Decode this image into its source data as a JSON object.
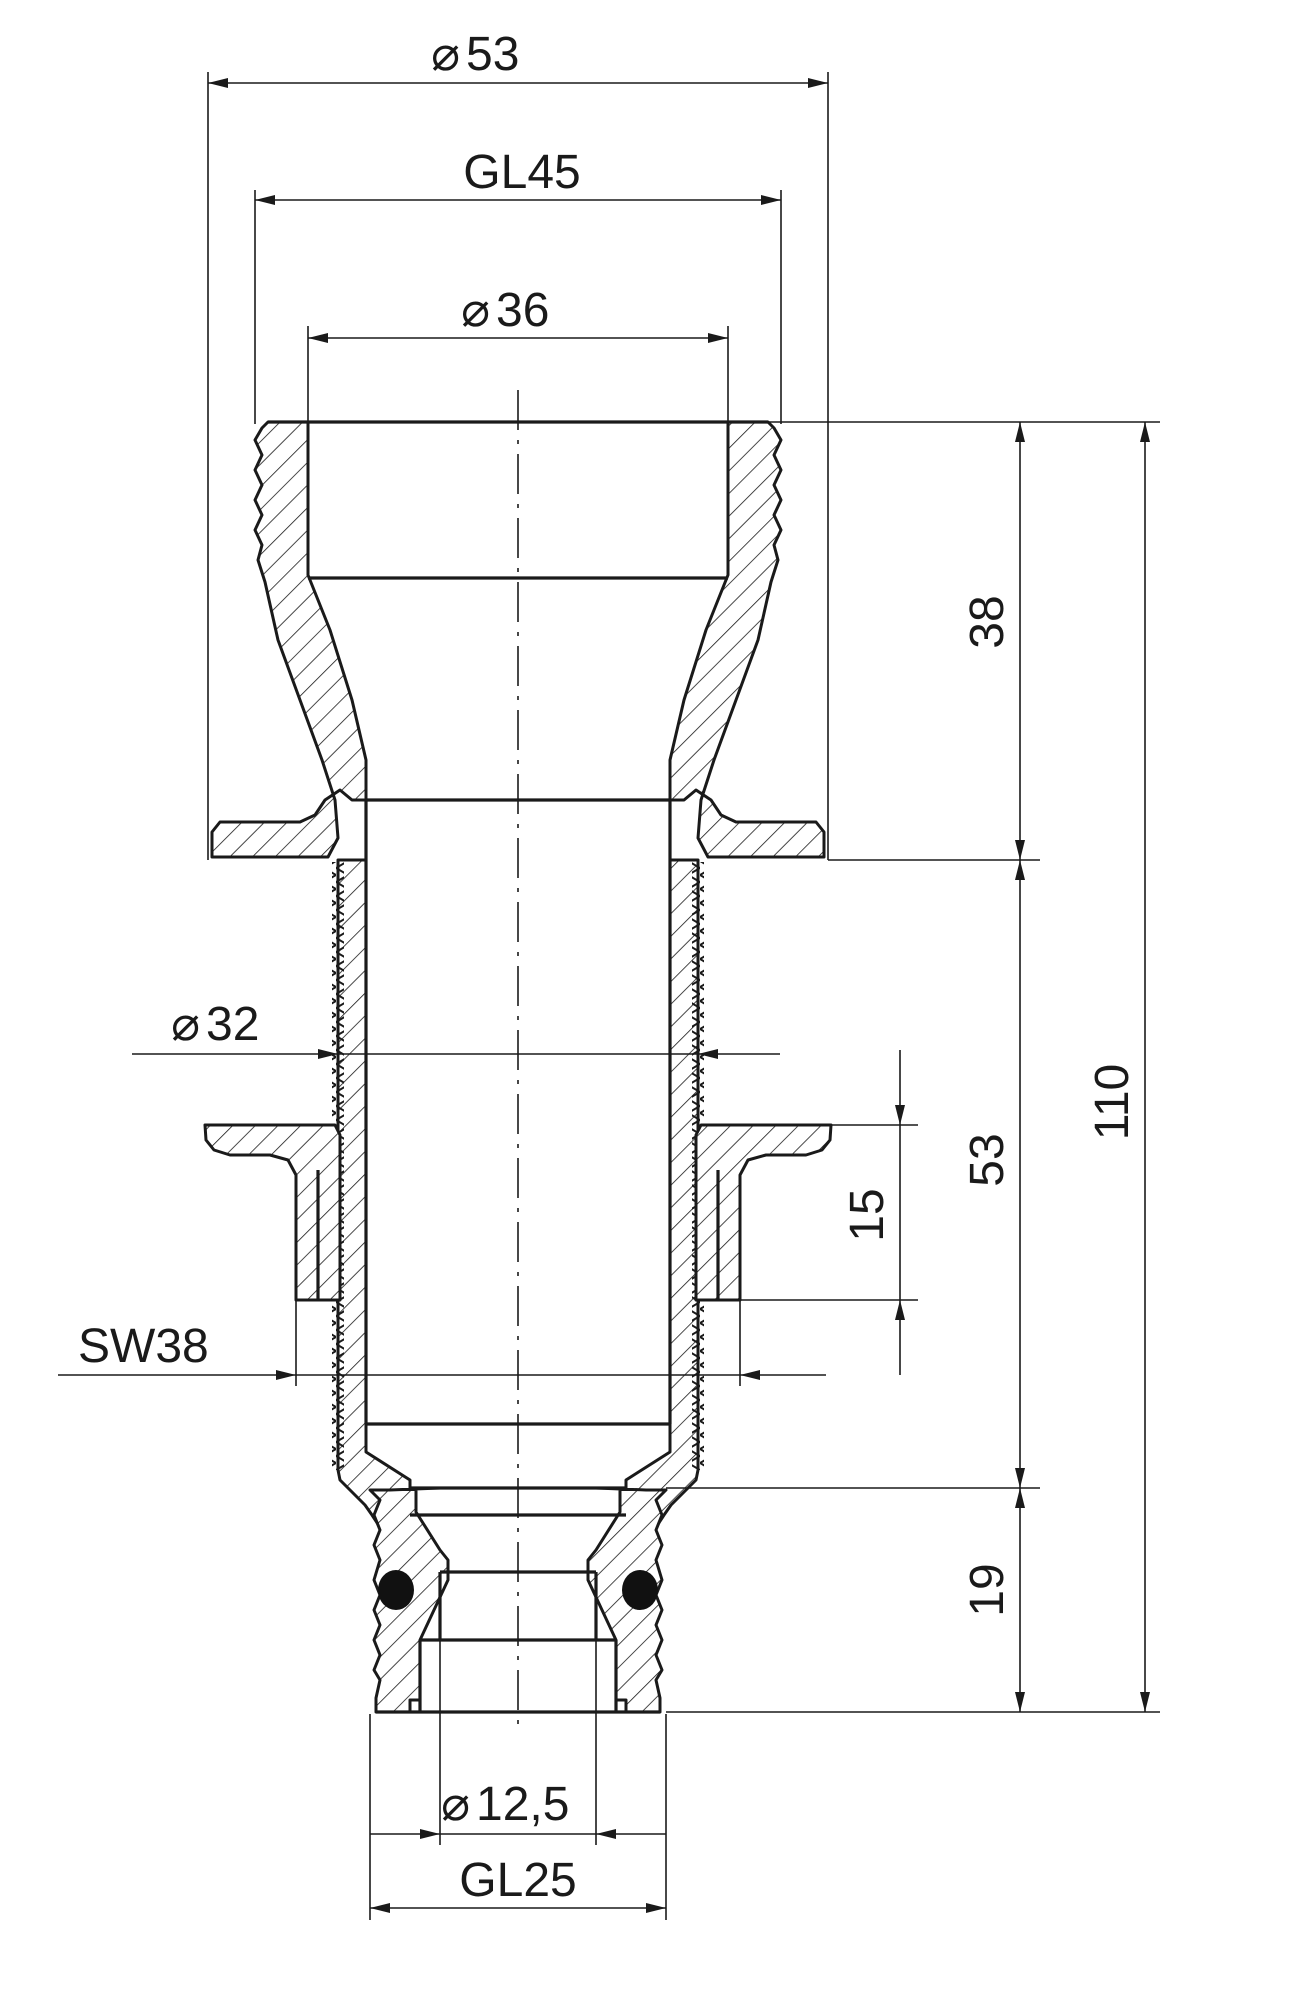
{
  "drawing": {
    "dimensions": {
      "dia53": "53",
      "gl45": "GL45",
      "dia36": "36",
      "dia32": "32",
      "sw38": "SW38",
      "dia12_5": "12,5",
      "gl25": "GL25",
      "h38": "38",
      "h53": "53",
      "h15": "15",
      "h19": "19",
      "h110": "110"
    },
    "symbols": {
      "diameter": "⌀"
    }
  }
}
